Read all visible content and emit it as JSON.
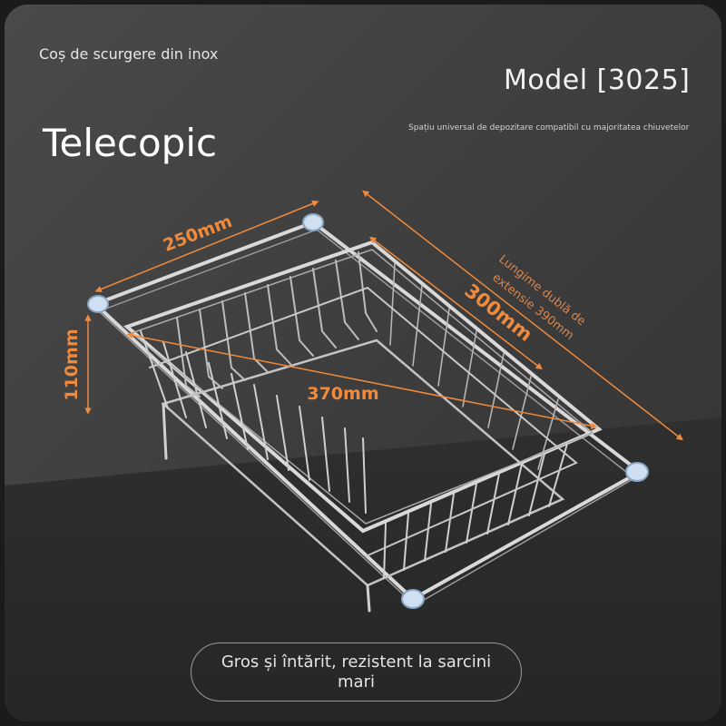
{
  "header": {
    "brand_text": "Coș de scurgere din inox",
    "model_text": "Model [3025]",
    "tagline": "Spațiu universal de depozitare compatibil cu majoritatea chiuvetelor"
  },
  "feature_title": "Telecopic",
  "dimensions": {
    "width_label": "250mm",
    "height_label": "110mm",
    "length_label": "370mm",
    "depth_label": "300mm",
    "extension_note_line1": "Lungime dublă de",
    "extension_note_line2": "extensie 390mm"
  },
  "footer_badge": "Gros și întărit, rezistent la sarcini mari",
  "colors": {
    "background": "#3f3f3f",
    "counter": "#2b2b2b",
    "accent_orange": "#f08a3c",
    "wire": "#d9d9d9"
  }
}
